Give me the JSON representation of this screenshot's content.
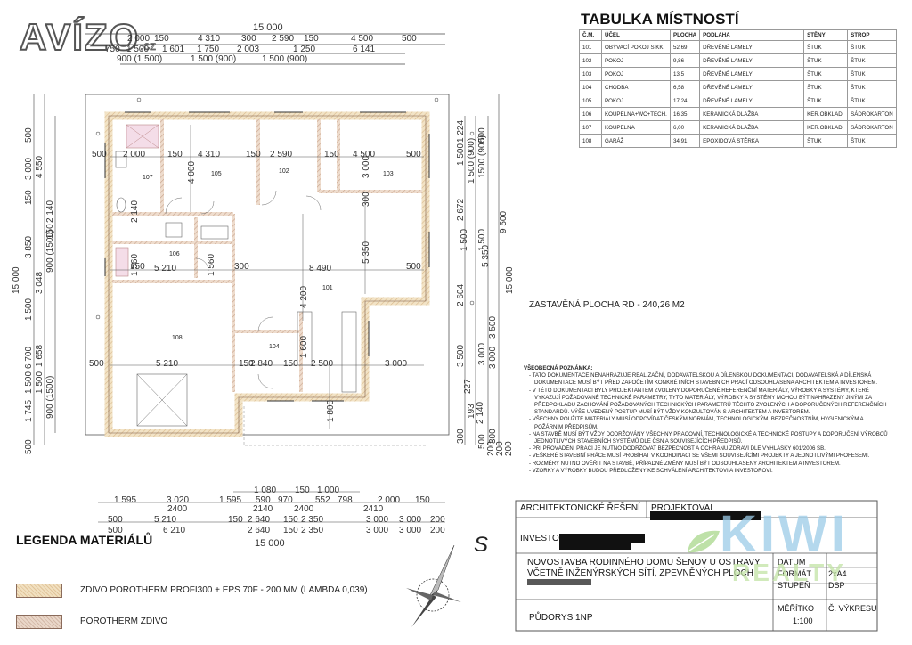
{
  "watermark": {
    "brand": "AVÍZO",
    "suffix": ".cz"
  },
  "kiwi": {
    "line1": "KIWI",
    "line2": "REALTY"
  },
  "top_dims": {
    "total": "15 000",
    "row1": [
      "2 000",
      "150",
      "4 310",
      "300",
      "2 590",
      "150",
      "4 500",
      "500"
    ],
    "row2": [
      "750",
      "1 500",
      "1 601",
      "1 750",
      "2 003",
      "1 250",
      "6 141"
    ],
    "row3": [
      "900 (1 500)",
      "1 500 (900)",
      "1 500 (900)"
    ]
  },
  "room_labels": [
    "107",
    "105",
    "102",
    "103",
    "106",
    "101",
    "104",
    "108"
  ],
  "plan_dims": {
    "interior_top": [
      "500",
      "2 000",
      "150",
      "4 310",
      "150",
      "2 590",
      "150",
      "4 500",
      "500"
    ],
    "mid": [
      "150",
      "5 210",
      "300",
      "8 490",
      "500"
    ],
    "lower": [
      "500",
      "5 210",
      "150",
      "2 840",
      "150",
      "2 500",
      "3 000"
    ],
    "inner_v": [
      "4 000",
      "4 200",
      "5 350",
      "300",
      "1 600",
      "3 000",
      "1 800"
    ],
    "inner_h": [
      "2 140",
      "1 560",
      "1 560"
    ]
  },
  "left_dims": [
    "500",
    "3 000",
    "150",
    "3 850",
    "2 140",
    "150",
    "1 500",
    "1 500",
    "1 658",
    "1 500",
    "1 745",
    "500",
    "15 000"
  ],
  "left_dims_sub": [
    "4 550",
    "3 048",
    "900 (1500)",
    "900 (1500)",
    "6 700"
  ],
  "right_dims": [
    "1 500",
    "1 224",
    "1 500 (900)",
    "2 672",
    "500",
    "1 500",
    "5 350",
    "9 500",
    "15 000",
    "2 604",
    "3 500",
    "3 000",
    "300",
    "227",
    "2 140",
    "193",
    "500",
    "200",
    "200",
    "200"
  ],
  "right_sub": [
    "1500 (900)",
    "3 000",
    "1 500",
    "300",
    "3 500"
  ],
  "bottom_dims": {
    "row1": [
      "1 080",
      "150",
      "1 000"
    ],
    "row2": [
      "1 595",
      "3 020",
      "1 595",
      "590",
      "970",
      "552",
      "798",
      "2 000",
      "150"
    ],
    "row2b": [
      "2400",
      "2140",
      "2400",
      "2410"
    ],
    "row3": [
      "500",
      "5 210",
      "150",
      "2 640",
      "150",
      "2 350",
      "3 000",
      "3 000",
      "200"
    ],
    "row4": [
      "500",
      "6 210",
      "2 640",
      "150",
      "2 350",
      "3 000",
      "3 000",
      "200"
    ],
    "total": "15 000"
  },
  "table": {
    "title": "TABULKA MÍSTNOSTÍ",
    "headers": [
      "Č.M.",
      "ÚČEL",
      "PLOCHA",
      "PODLAHA",
      "STĚNY",
      "STROP"
    ],
    "rows": [
      [
        "101",
        "OBÝVACÍ POKOJ S KK",
        "52,69",
        "DŘEVĚNÉ LAMELY",
        "ŠTUK",
        "ŠTUK"
      ],
      [
        "102",
        "POKOJ",
        "9,86",
        "DŘEVĚNÉ LAMELY",
        "ŠTUK",
        "ŠTUK"
      ],
      [
        "103",
        "POKOJ",
        "13,5",
        "DŘEVĚNÉ LAMELY",
        "ŠTUK",
        "ŠTUK"
      ],
      [
        "104",
        "CHODBA",
        "6,58",
        "DŘEVĚNÉ LAMELY",
        "ŠTUK",
        "ŠTUK"
      ],
      [
        "105",
        "POKOJ",
        "17,24",
        "DŘEVĚNÉ LAMELY",
        "ŠTUK",
        "ŠTUK"
      ],
      [
        "106",
        "KOUPELNA+WC+TECH.",
        "16,35",
        "KERAMICKÁ DLAŽBA",
        "KER.OBKLAD",
        "SÁDROKARTON"
      ],
      [
        "107",
        "KOUPELNA",
        "6,00",
        "KERAMICKÁ DLAŽBA",
        "KER.OBKLAD",
        "SÁDROKARTON"
      ],
      [
        "108",
        "GARÁŽ",
        "34,91",
        "EPOXIDOVÁ STĚRKA",
        "ŠTUK",
        "ŠTUK"
      ]
    ]
  },
  "built_area": "ZASTAVĚNÁ PLOCHA RD - 240,26 M2",
  "notes": {
    "title": "VŠEOBECNÁ POZNÁMKA:",
    "items": [
      "- TATO DOKUMENTACE NENAHRAZUJE REALIZAČNÍ, DODAVATELSKOU A DÍLENSKOU DOKUMENTACI, DODAVATELSKÁ A DÍLENSKÁ DOKUMENTACE MUSÍ BÝT PŘED ZAPOČETÍM KONKRÉTNÍCH STAVEBNÍCH PRACÍ ODSOUHLASENA ARCHITEKTEM A INVESTOREM.",
      "- V TÉTO DOKUMENTACI BYLY PROJEKTANTEM ZVOLENY DOPORUČENÉ REFERENČNÍ MATERIÁLY, VÝROBKY A SYSTÉMY, KTERÉ VYKAZUJÍ POŽADOVANÉ TECHNICKÉ PARAMETRY, TYTO MATERIÁLY, VÝROBKY A SYSTÉMY MOHOU BÝT NAHRAZENY JINÝMI ZA PŘEDPOKLADU ZACHOVÁNÍ POŽADOVANÝCH TECHNICKÝCH PARAMETRŮ TĚCHTO ZVOLENÝCH A DOPORUČENÝCH REFERENČNÍCH STANDARDŮ. VÝŠE UVEDENÝ POSTUP MUSÍ BÝT VŽDY KONZULTOVÁN S ARCHITEKTEM A INVESTOREM.",
      "- VŠECHNY POUŽITÉ MATERIÁLY MUSÍ ODPOVÍDAT ČESKÝM NORMÁM, TECHNOLOGICKÝM, BEZPEČNOSTNÍM, HYGIENICKÝM A POŽÁRNÍM PŘEDPISŮM.",
      "- NA STAVBĚ MUSÍ BÝT VŽDY DODRŽOVÁNY VŠECHNY PRACOVNÍ, TECHNOLOGICKÉ A TECHNICKÉ POSTUPY A DOPORUČENÍ VÝROBCŮ JEDNOTLIVÝCH STAVEBNÍCH SYSTÉMŮ DLE ČSN A SOUVISEJÍCÍCH PŘEDPISŮ.",
      "- PŘI PROVÁDĚNÍ PRACÍ JE NUTNO DODRŽOVAT BEZPEČNOST A OCHRANU ZDRAVÍ DLE VYHLÁŠKY 601/2006 SB.",
      "- VEŠKERÉ STAVEBNÍ PRÁCE MUSÍ PROBÍHAT V KOORDINACI SE VŠEMI SOUVISEJÍCÍMI PROJEKTY A JEDNOTLIVÝMI PROFESEMI.",
      "- ROZMĚRY NUTNO OVĚŘIT NA STAVBĚ, PŘÍPADNÉ ZMĚNY MUSÍ BÝT ODSOUHLASENY ARCHITEKTEM A INVESTOREM.",
      "- VZORKY A VÝROBKY BUDOU PŘEDLOŽENY KE SCHVÁLENÍ ARCHITEKTOVI A INVESTOROVI."
    ]
  },
  "title_block": {
    "architektonicke": "ARCHITEKTONICKÉ ŘEŠENÍ",
    "projektoval": "PROJEKTOVAL",
    "investor": "INVESTOR",
    "project_line1": "NOVOSTAVBA RODINNÉHO DOMU ŠENOV U OSTRAVY",
    "project_line2": "VČETNĚ INŽENÝRSKÝCH SÍTÍ, ZPEVNĚNÝCH PLOCH",
    "datum": "DATUM",
    "format": "FORMÁT",
    "format_val": "2xA4",
    "stupen": "STUPEŇ",
    "stupen_val": "DSP",
    "sheet": "PŮDORYS 1NP",
    "meritko": "MĚŘÍTKO",
    "meritko_val": "1:100",
    "c_vykresu": "Č. VÝKRESU"
  },
  "legend": {
    "title": "LEGENDA MATERIÁLŮ",
    "item1": "ZDIVO POROTHERM PROFI300 + EPS 70F - 200 MM (LAMBDA 0,039)",
    "item2": "POROTHERM ZDIVO"
  },
  "north_letter": "S"
}
